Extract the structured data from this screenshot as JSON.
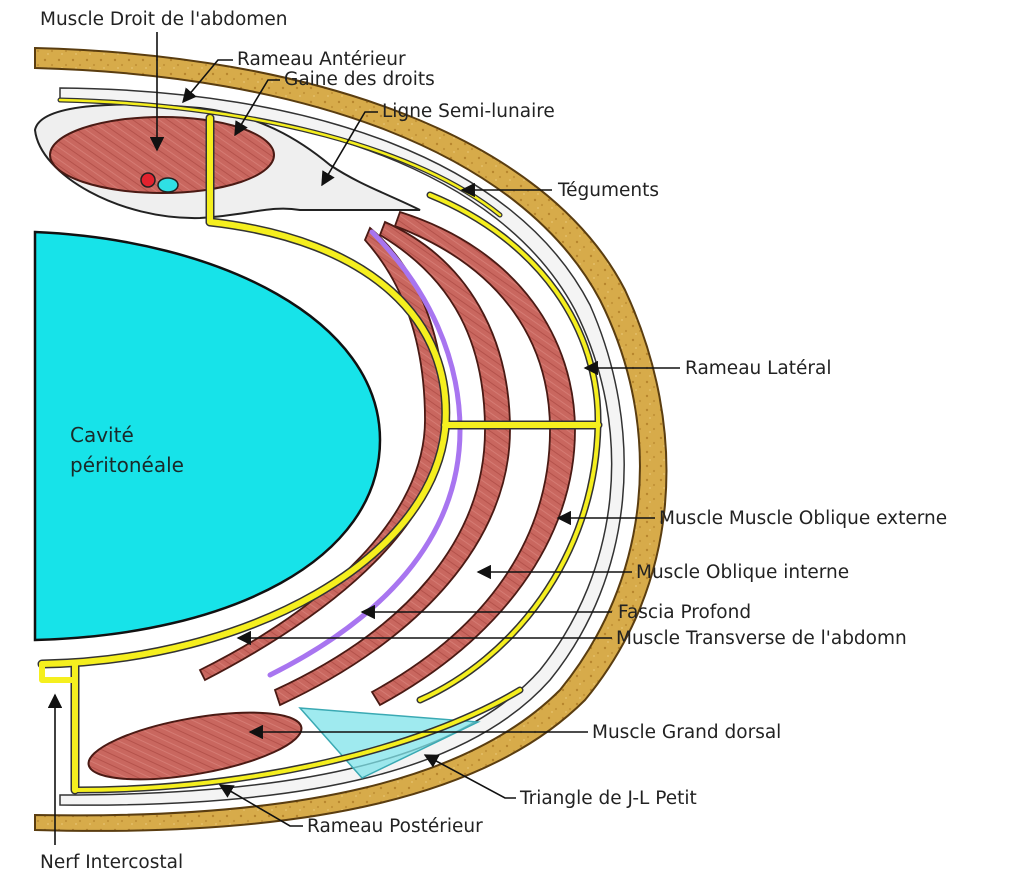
{
  "diagram": {
    "labels": {
      "rectus": "Muscle Droit de l'abdomen",
      "anterior_branch": "Rameau Antérieur",
      "rectus_sheath": "Gaine des droits",
      "semilunar_line": "Ligne Semi-lunaire",
      "integuments": "Téguments",
      "lateral_branch": "Rameau Latéral",
      "external_oblique": "Muscle Muscle Oblique externe",
      "internal_oblique": "Muscle Oblique interne",
      "deep_fascia": "Fascia Profond",
      "transversus": "Muscle Transverse de l'abdomn",
      "latissimus": "Muscle Grand dorsal",
      "petit_triangle": "Triangle de J-L Petit",
      "posterior_branch": "Rameau Postérieur",
      "intercostal_nerve": "Nerf Intercostal"
    },
    "cavity": {
      "line1": "Cavité",
      "line2": "péritonéale"
    },
    "colors": {
      "skin": "#d7ab4a",
      "skin_outline": "#5a3d10",
      "muscle": "#c9675f",
      "muscle_outline": "#4a1a14",
      "nerve": "#f5ef1e",
      "nerve_outline": "#2a2a00",
      "fascia": "#a875f0",
      "cavity": "#17e3e9",
      "triangle": "#7fe3ea",
      "vessel_red": "#e2222e",
      "vessel_cyan": "#2fe0e4",
      "sheath": "#efefef"
    }
  }
}
